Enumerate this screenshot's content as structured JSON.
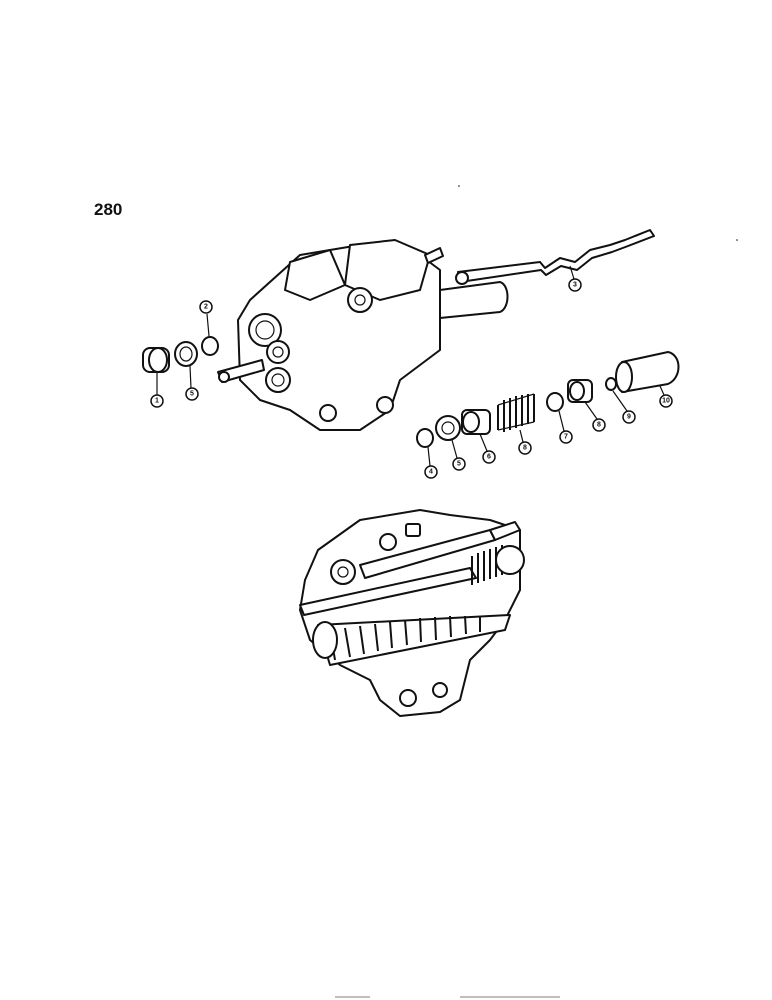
{
  "page": {
    "figure_number": "280"
  },
  "callouts": [
    {
      "id": "c1",
      "label": "1"
    },
    {
      "id": "c2",
      "label": "2"
    },
    {
      "id": "c3",
      "label": "3"
    },
    {
      "id": "c4",
      "label": "4"
    },
    {
      "id": "c5a",
      "label": "5"
    },
    {
      "id": "c5b",
      "label": "5"
    },
    {
      "id": "c6",
      "label": "6"
    },
    {
      "id": "c7",
      "label": "7"
    },
    {
      "id": "c8a",
      "label": "8"
    },
    {
      "id": "c8b",
      "label": "8"
    },
    {
      "id": "c9",
      "label": "9"
    },
    {
      "id": "c10",
      "label": "10"
    }
  ]
}
